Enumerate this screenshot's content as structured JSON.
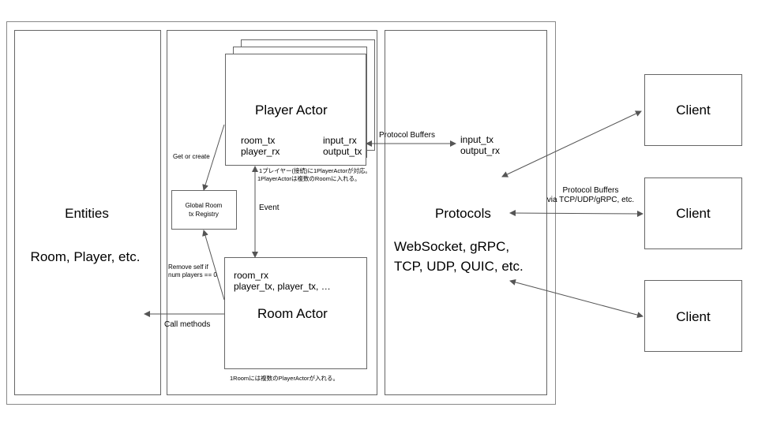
{
  "entities": {
    "title": "Entities",
    "subtitle": "Room, Player, etc."
  },
  "player_actor": {
    "title": "Player Actor",
    "left_fields": [
      "room_tx",
      "player_rx"
    ],
    "right_fields": [
      "input_rx",
      "output_tx"
    ],
    "note_line1": "1プレイヤー(接続)に1PlayerActorが対応。",
    "note_line2": "1PlayerActorは複数のRoomに入れる。"
  },
  "registry": {
    "line1": "Global Room",
    "line2": "tx Registry"
  },
  "room_actor": {
    "fields_line1": "room_rx",
    "fields_line2": "player_tx, player_tx, …",
    "title": "Room Actor",
    "note": "1Roomには複数のPlayerActorが入れる。"
  },
  "protocols": {
    "title": "Protocols",
    "fields": [
      "input_tx",
      "output_rx"
    ],
    "detail_line1": "WebSocket, gRPC,",
    "detail_line2": "TCP, UDP, QUIC, etc."
  },
  "clients": [
    "Client",
    "Client",
    "Client"
  ],
  "edge_labels": {
    "get_or_create": "Get or create",
    "event": "Event",
    "remove_self_line1": "Remove self if",
    "remove_self_line2": "num players == 0",
    "call_methods": "Call methods",
    "protocol_buffers": "Protocol Buffers",
    "client_pb_line1": "Protocol Buffers",
    "client_pb_line2": "via TCP/UDP/gRPC, etc."
  }
}
